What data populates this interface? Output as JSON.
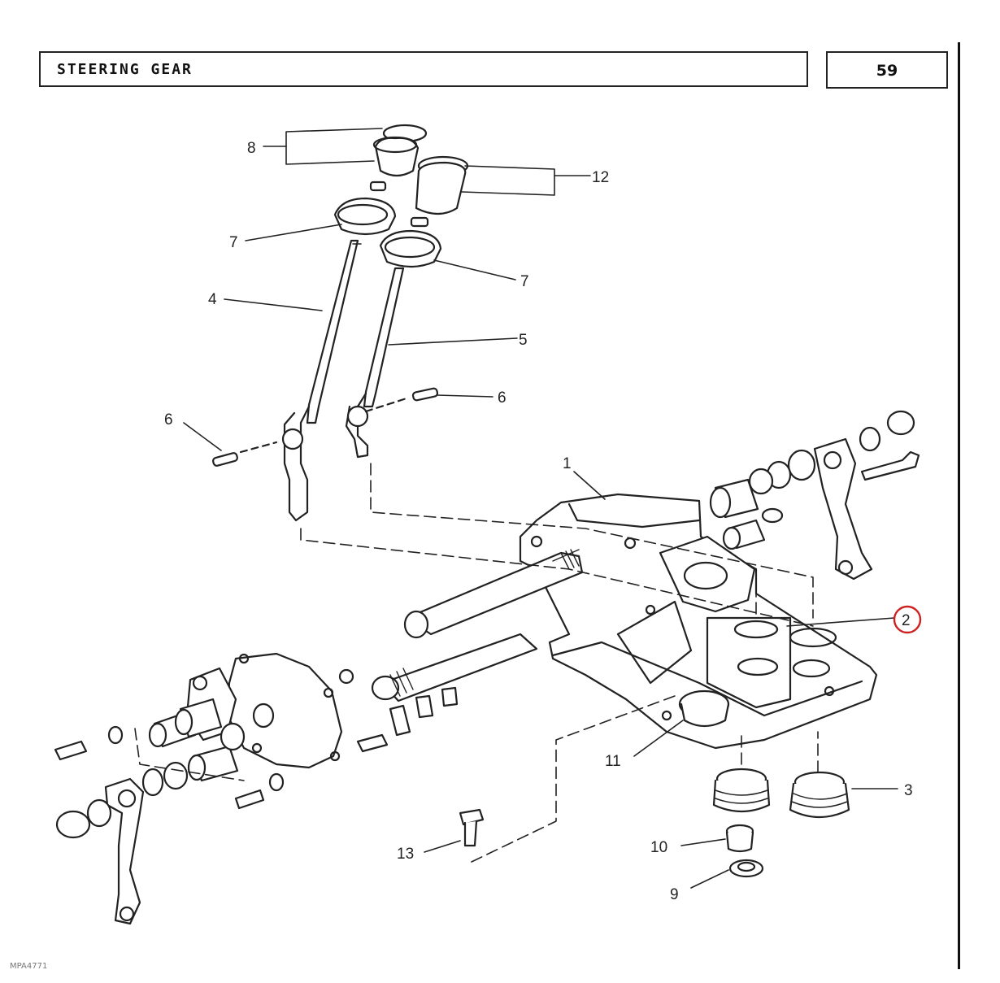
{
  "header": {
    "title": "STEERING GEAR",
    "page_number": "59"
  },
  "footer": {
    "code": "MPA4771"
  },
  "callouts": {
    "c1": "1",
    "c2": "2",
    "c3": "3",
    "c4": "4",
    "c5": "5",
    "c6a": "6",
    "c6b": "6",
    "c7a": "7",
    "c7b": "7",
    "c8": "8",
    "c9": "9",
    "c10": "10",
    "c11": "11",
    "c12": "12",
    "c13": "13"
  },
  "highlight": {
    "callout": "2",
    "color": "#cc2222"
  }
}
